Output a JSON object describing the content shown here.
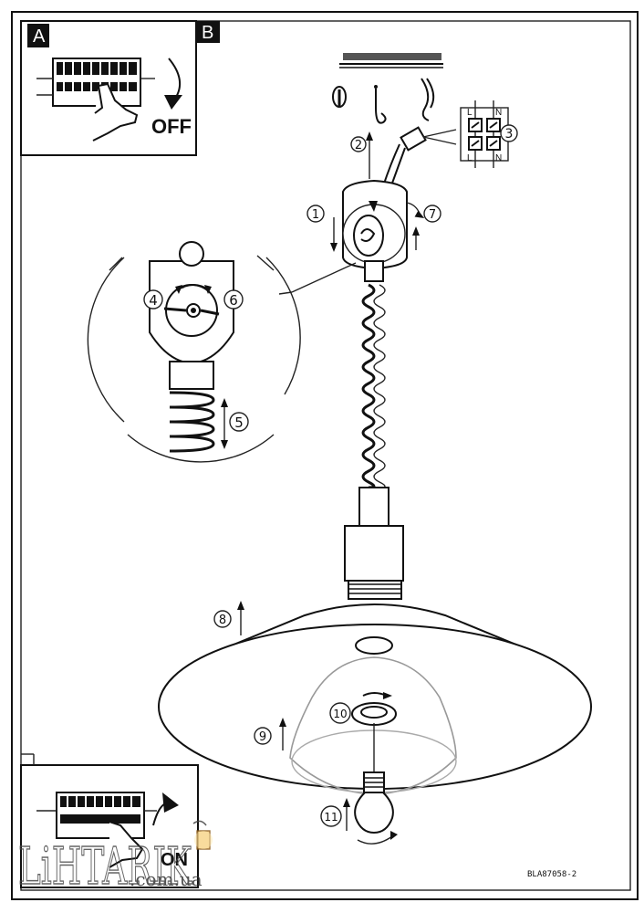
{
  "panels": {
    "panel_a_label": "A",
    "panel_b_label": "B"
  },
  "labels": {
    "off": "OFF",
    "on": "ON",
    "code": "BLA87058-2",
    "terminal_l_top": "L",
    "terminal_n_top": "N",
    "terminal_l_bottom": "L",
    "terminal_n_bottom": "N"
  },
  "steps": [
    "1",
    "2",
    "3",
    "4",
    "5",
    "6",
    "7",
    "8",
    "9",
    "10",
    "11"
  ],
  "watermark": {
    "brand": "LiHTARIK",
    "domain": ".com.ua"
  },
  "icons": {
    "breaker": "circuit-breaker-icon",
    "hand": "hand-icon",
    "hook": "ceiling-hook-icon",
    "terminal": "terminal-block-icon",
    "bulb": "light-bulb-icon",
    "lantern": "lantern-icon"
  }
}
